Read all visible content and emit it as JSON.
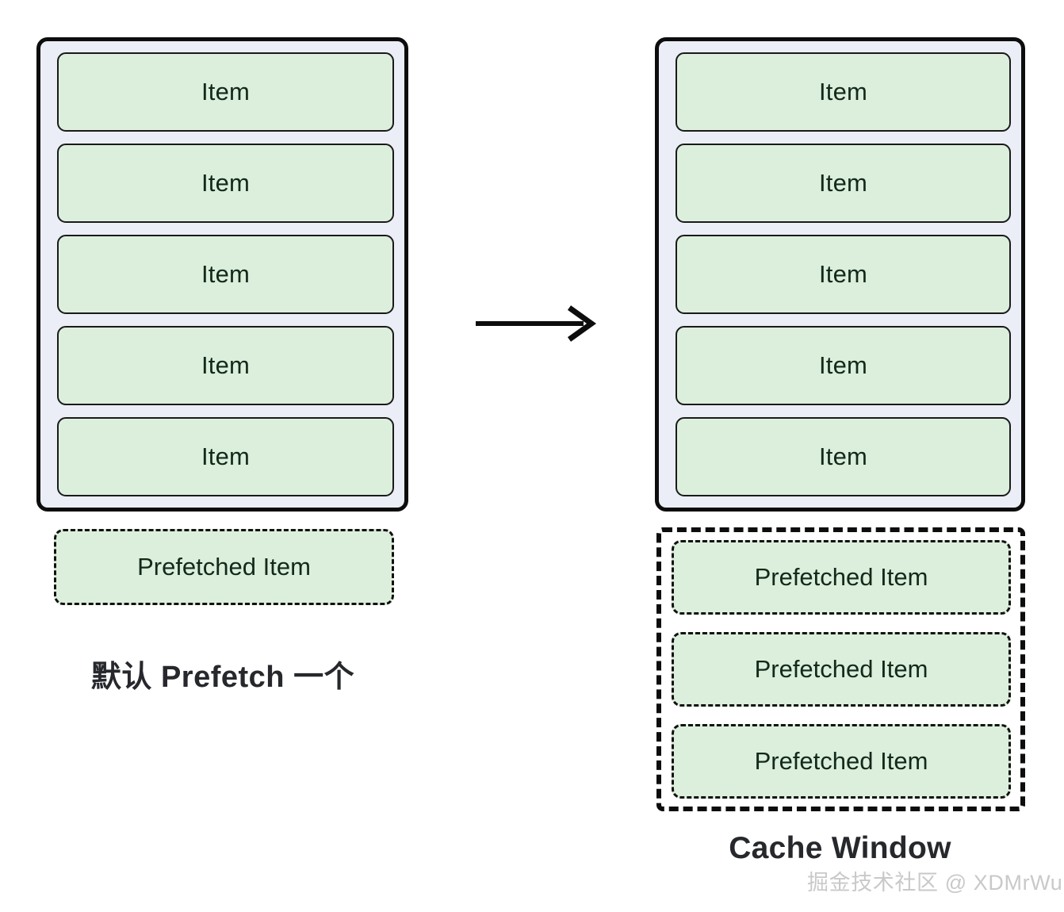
{
  "diagram": {
    "left_panel": {
      "items": [
        {
          "label": "Item"
        },
        {
          "label": "Item"
        },
        {
          "label": "Item"
        },
        {
          "label": "Item"
        },
        {
          "label": "Item"
        }
      ],
      "prefetched": [
        {
          "label": "Prefetched Item"
        }
      ],
      "caption": "默认 Prefetch 一个"
    },
    "right_panel": {
      "items": [
        {
          "label": "Item"
        },
        {
          "label": "Item"
        },
        {
          "label": "Item"
        },
        {
          "label": "Item"
        },
        {
          "label": "Item"
        }
      ],
      "cache_window": {
        "prefetched": [
          {
            "label": "Prefetched Item"
          },
          {
            "label": "Prefetched Item"
          },
          {
            "label": "Prefetched Item"
          }
        ],
        "caption": "Cache Window"
      }
    },
    "connector": {
      "icon": "right-arrow-icon"
    },
    "watermark": "掘金技术社区 @ XDMrWu",
    "colors": {
      "item_fill": "#dcefdc",
      "item_border": "#1a1a1a",
      "container_fill": "#eceef7",
      "container_border": "#0d0d0d",
      "item_text": "#13291b",
      "caption_text": "#26282c",
      "watermark_text": "#c9c9c9",
      "background": "#ffffff"
    }
  }
}
